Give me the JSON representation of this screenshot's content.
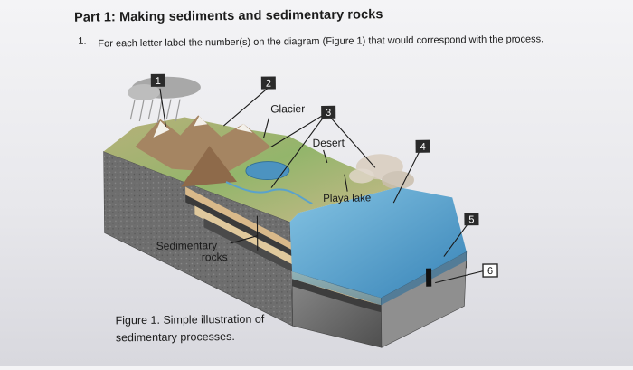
{
  "header": {
    "part_title": "Part 1: Making sediments and sedimentary rocks"
  },
  "question": {
    "number": "1.",
    "text": "For each letter label the number(s) on the diagram (Figure 1) that would correspond with the process."
  },
  "figure": {
    "caption": "Figure 1. Simple illustration of sedimentary processes.",
    "labels": {
      "glacier": "Glacier",
      "desert": "Desert",
      "playa_lake": "Playa lake",
      "sedimentary_rocks_line1": "Sedimentary",
      "sedimentary_rocks_line2": "rocks"
    },
    "numbers": [
      "1",
      "2",
      "3",
      "4",
      "5",
      "6"
    ]
  },
  "colors": {
    "number_box": "#2a2a2a",
    "ocean": "#3e93c4",
    "land": "#8fb26a",
    "rock": "#6b6b6b"
  }
}
